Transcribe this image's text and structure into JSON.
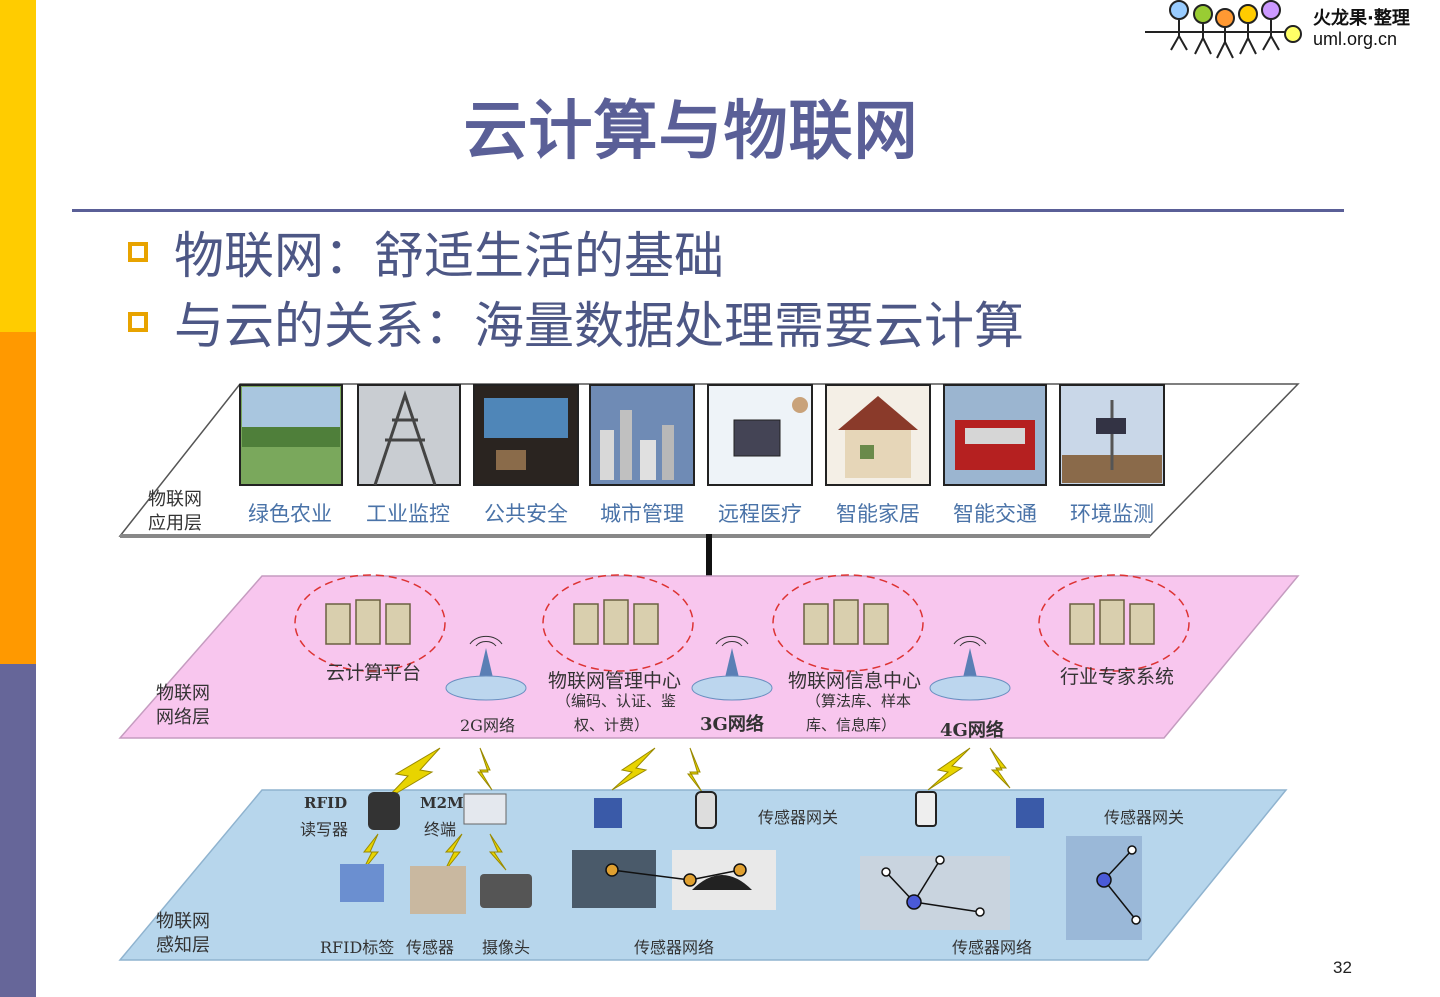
{
  "logo": {
    "brand": "火龙果·整理",
    "site": "uml.org.cn"
  },
  "title": "云计算与物联网",
  "bullets": [
    "物联网：舒适生活的基础",
    "与云的关系：海量数据处理需要云计算"
  ],
  "diagram": {
    "layers": {
      "app": {
        "line1": "物联网",
        "line2": "应用层"
      },
      "net": {
        "line1": "物联网",
        "line2": "网络层"
      },
      "sense": {
        "line1": "物联网",
        "line2": "感知层"
      }
    },
    "applications": [
      "绿色农业",
      "工业监控",
      "公共安全",
      "城市管理",
      "远程医疗",
      "智能家居",
      "智能交通",
      "环境监测"
    ],
    "network": {
      "cloud_platform": "云计算平台",
      "mgmt_center": "物联网管理中心",
      "mgmt_detail1": "（编码、认证、鉴",
      "mgmt_detail2": "权、计费）",
      "info_center": "物联网信息中心",
      "info_detail1": "（算法库、样本",
      "info_detail2": "库、信息库）",
      "expert_system": "行业专家系统",
      "g2": "2G网络",
      "g3": "3G网络",
      "g4": "4G网络"
    },
    "sensing": {
      "rfid_reader1": "RFID",
      "rfid_reader2": "读写器",
      "m2m1": "M2M",
      "m2m2": "终端",
      "gateway1": "传感器网关",
      "gateway2": "传感器网关",
      "rfid_tag": "RFID标签",
      "sensor": "传感器",
      "camera": "摄像头",
      "sensor_net1": "传感器网络",
      "sensor_net2": "传感器网络"
    }
  },
  "page_number": "32",
  "colors": {
    "title": "#5a5f97",
    "bullet_box": "#e8a300",
    "sidebar_top": "#ffcc00",
    "sidebar_mid": "#ff9900",
    "sidebar_bottom": "#666699",
    "net_layer": "#f8c6ee",
    "sense_layer": "#b7d6ec"
  }
}
